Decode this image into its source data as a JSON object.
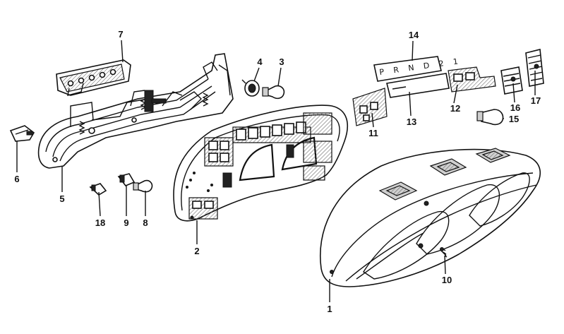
{
  "diagram": {
    "labels": {
      "l1": "1",
      "l2": "2",
      "l3": "3",
      "l4": "4",
      "l5": "5",
      "l6": "6",
      "l7": "7",
      "l8": "8",
      "l9": "9",
      "l10": "10",
      "l11": "11",
      "l12": "12",
      "l13": "13",
      "l14": "14",
      "l15": "15",
      "l16": "16",
      "l17": "17",
      "l18": "18"
    },
    "plate_text": "P R N D 2 1"
  }
}
